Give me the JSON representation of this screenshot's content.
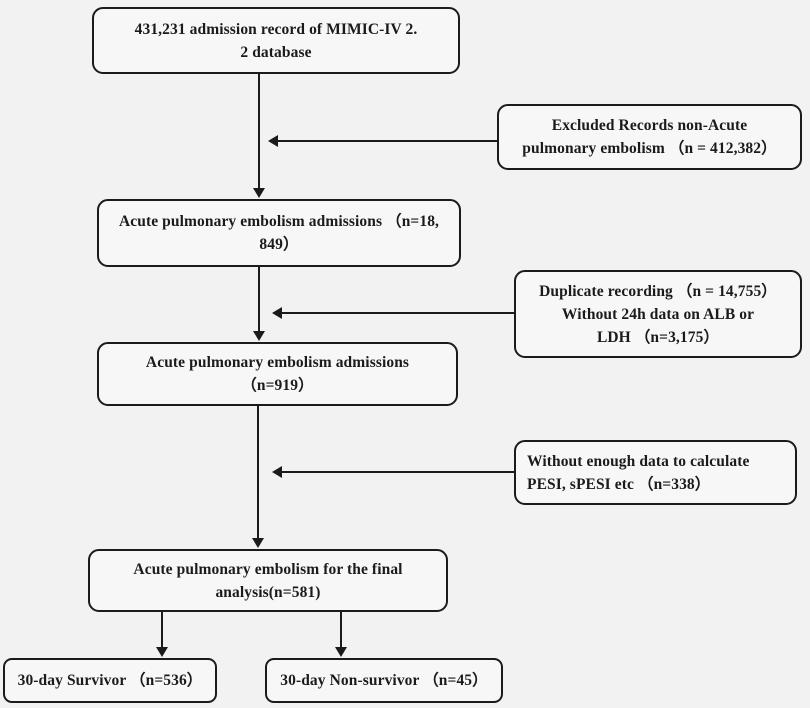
{
  "figure": {
    "type": "flowchart",
    "title": "Patient selection flowchart (MIMIC-IV acute pulmonary embolism cohort)",
    "colors": {
      "background": "#f2f2f2",
      "box_fill": "#f7f7f7",
      "ink": "#1b1b1b"
    },
    "boxes": [
      {
        "id": "admission-records",
        "lines": [
          "431,231 admission record of MIMIC-IV 2.",
          "2 database"
        ]
      },
      {
        "id": "excluded-non-ape",
        "lines": [
          "Excluded Records non-Acute",
          "pulmonary embolism （n = 412,382）"
        ]
      },
      {
        "id": "ape-admissions-18849",
        "lines": [
          "Acute pulmonary embolism admissions （n=18,",
          "849）"
        ]
      },
      {
        "id": "excluded-duplicate-missing",
        "lines": [
          "Duplicate recording （n = 14,755）",
          "Without 24h data on ALB or",
          "LDH （n=3,175）"
        ]
      },
      {
        "id": "ape-admissions-919",
        "lines": [
          "Acute pulmonary embolism admissions",
          "（n=919）"
        ]
      },
      {
        "id": "excluded-insufficient-pesi",
        "lines": [
          "Without enough data to calculate",
          "PESI, sPESI etc （n=338）"
        ]
      },
      {
        "id": "final-analysis",
        "lines": [
          "Acute pulmonary embolism for the final",
          "analysis(n=581)"
        ]
      },
      {
        "id": "survivor-30day",
        "lines": [
          "30-day Survivor （n=536）"
        ]
      },
      {
        "id": "nonsurvivor-30day",
        "lines": [
          "30-day Non-survivor （n=45）"
        ]
      }
    ],
    "edges": [
      {
        "from": "admission-records",
        "to": "ape-admissions-18849"
      },
      {
        "from": "excluded-non-ape",
        "to": "arrow-1",
        "direction": "left"
      },
      {
        "from": "ape-admissions-18849",
        "to": "ape-admissions-919"
      },
      {
        "from": "excluded-duplicate-missing",
        "to": "arrow-2",
        "direction": "left"
      },
      {
        "from": "ape-admissions-919",
        "to": "final-analysis"
      },
      {
        "from": "excluded-insufficient-pesi",
        "to": "arrow-3",
        "direction": "left"
      },
      {
        "from": "final-analysis",
        "to": "survivor-30day"
      },
      {
        "from": "final-analysis",
        "to": "nonsurvivor-30day"
      }
    ]
  }
}
